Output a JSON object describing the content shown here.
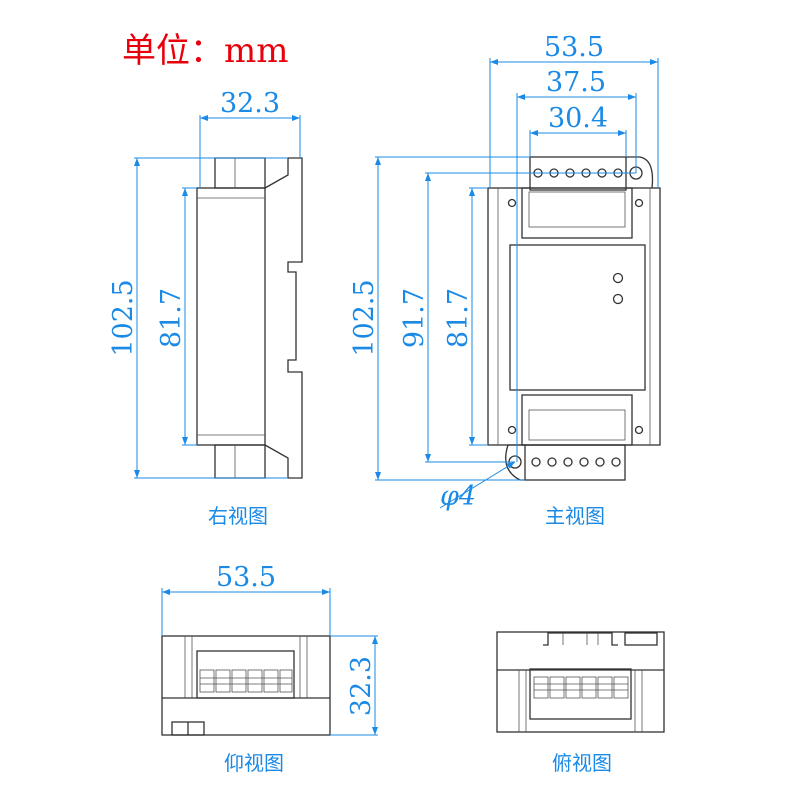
{
  "title": "单位：mm",
  "colors": {
    "dimension": "#1a8ae6",
    "title": "#e8000b",
    "outline": "#333333"
  },
  "right_view": {
    "label": "右视图",
    "width": "32.3",
    "height_total": "102.5",
    "height_body": "81.7"
  },
  "front_view": {
    "label": "主视图",
    "width_total": "53.5",
    "width_holes": "37.5",
    "width_terminal": "30.4",
    "height_total": "102.5",
    "height_holes": "91.7",
    "height_body": "81.7",
    "hole_diameter": "φ4"
  },
  "bottom_view": {
    "label": "仰视图",
    "width": "53.5",
    "depth": "32.3"
  },
  "top_view": {
    "label": "俯视图"
  }
}
